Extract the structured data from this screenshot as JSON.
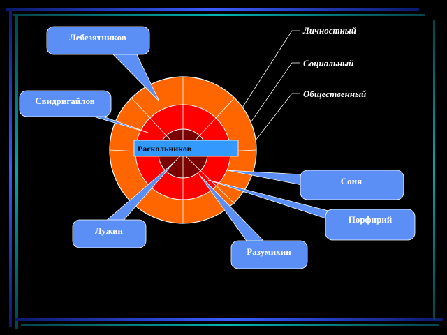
{
  "diagram": {
    "center_label": "Раскольников",
    "ring_labels": {
      "personal": "Личностный",
      "social": "Социальный",
      "public": "Общественный"
    },
    "characters": {
      "lebezyatnikov": "Лебезятников",
      "svidrigailov": "Свидригайлов",
      "sonya": "Соня",
      "porfiry": "Порфирий",
      "luzhin": "Лужин",
      "razumikhin": "Разумихин"
    },
    "colors": {
      "outer_ring": "#ff6600",
      "middle_ring": "#ff0000",
      "inner_circle": "#7a0000",
      "callout_fill": "#5b8ff5",
      "center_box": "#3399ff",
      "frame_blue": "#3355ff",
      "frame_teal": "#009999"
    }
  }
}
